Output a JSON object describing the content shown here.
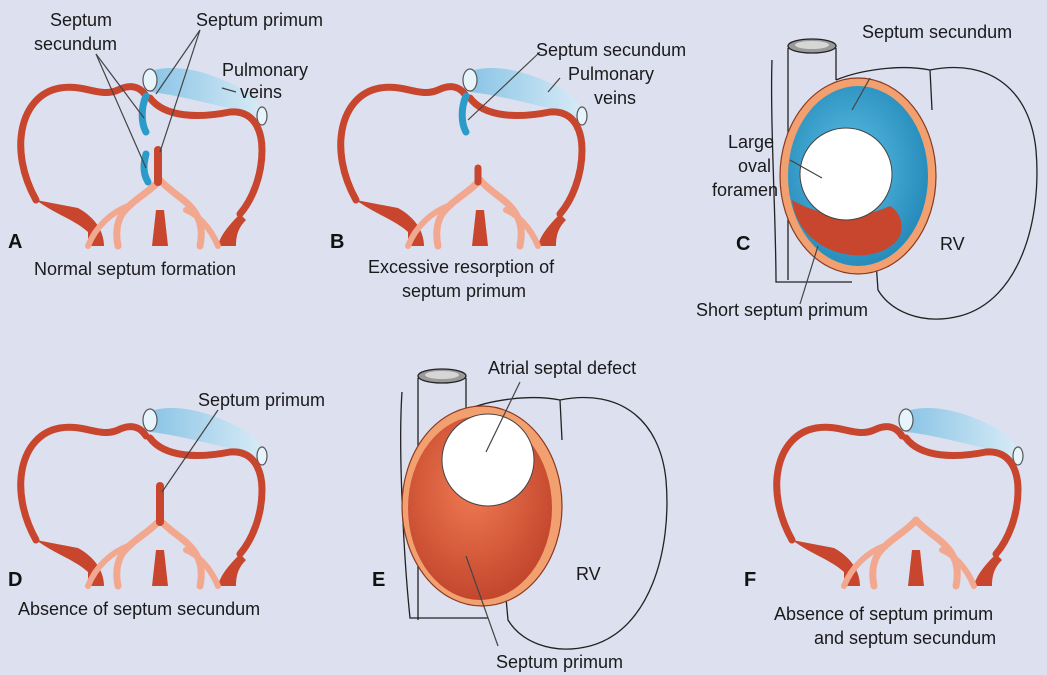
{
  "colors": {
    "background": "#dde0ef",
    "tissue": "#c8452e",
    "tissue_light": "#f2a88f",
    "septum_secundum": "#2b9bc9",
    "septum_primum": "#d9452b",
    "vein": "#b8dcef"
  },
  "panels": {
    "A": {
      "letter": "A",
      "caption": "Normal septum formation",
      "labels": {
        "septum_secundum_l1": "Septum",
        "septum_secundum_l2": "secundum",
        "septum_primum": "Septum primum",
        "pulmonary_l1": "Pulmonary",
        "pulmonary_l2": "veins"
      }
    },
    "B": {
      "letter": "B",
      "caption_l1": "Excessive resorption of",
      "caption_l2": "septum primum",
      "labels": {
        "septum_secundum": "Septum secundum",
        "pulmonary_l1": "Pulmonary",
        "pulmonary_l2": "veins"
      }
    },
    "C": {
      "letter": "C",
      "labels": {
        "septum_secundum": "Septum secundum",
        "foramen_l1": "Large",
        "foramen_l2": "oval",
        "foramen_l3": "foramen",
        "rv": "RV",
        "short_primum": "Short septum primum"
      }
    },
    "D": {
      "letter": "D",
      "caption": "Absence of septum secundum",
      "labels": {
        "septum_primum": "Septum primum"
      }
    },
    "E": {
      "letter": "E",
      "labels": {
        "asd": "Atrial septal defect",
        "rv": "RV",
        "septum_primum": "Septum primum"
      }
    },
    "F": {
      "letter": "F",
      "caption_l1": "Absence of septum primum",
      "caption_l2": "and septum secundum"
    }
  }
}
